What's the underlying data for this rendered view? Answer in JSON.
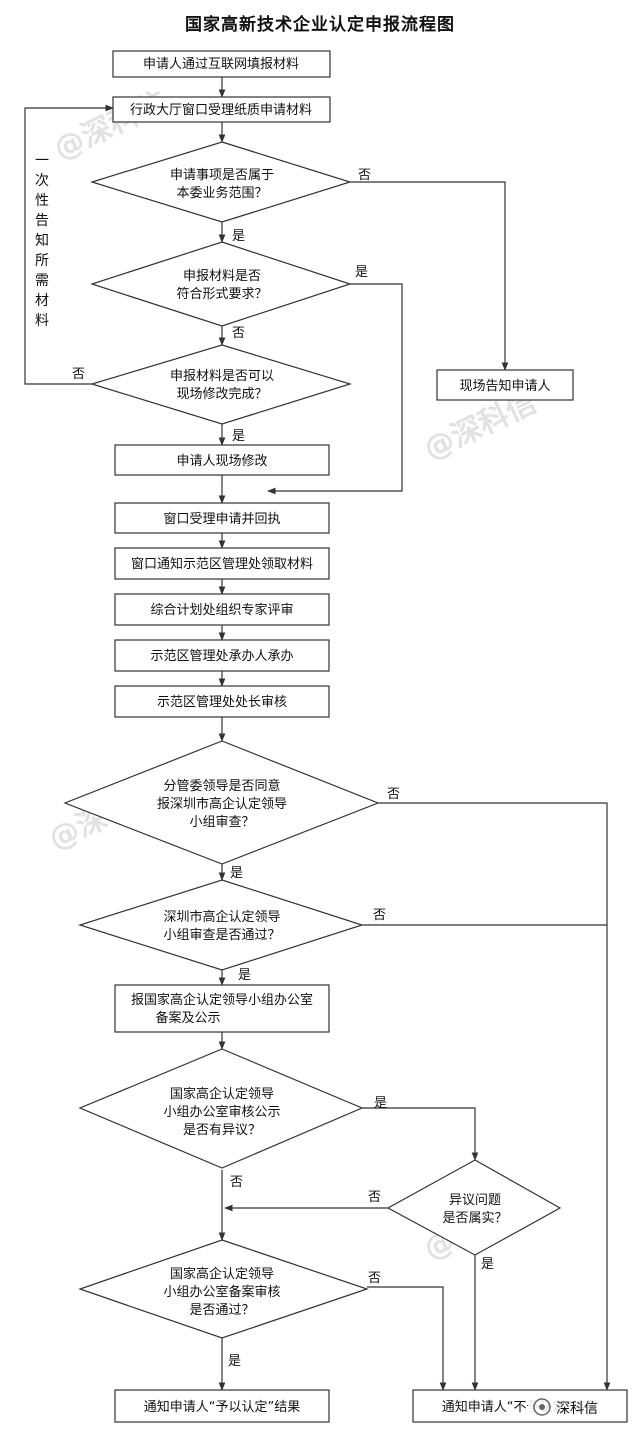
{
  "title": "国家高新技术企业认定申报流程图",
  "side_note": "一次性告知所需材料",
  "watermark": "@深科信",
  "corner_badge": "深科信",
  "labels": {
    "yes": "是",
    "no": "否"
  },
  "boxes": {
    "b1": "申请人通过互联网填报材料",
    "b2": "行政大厅窗口受理纸质申请材料",
    "b3": "现场告知申请人",
    "b4": "申请人现场修改",
    "b5": "窗口受理申请并回执",
    "b6": "窗口通知示范区管理处领取材料",
    "b7": "综合计划处组织专家评审",
    "b8": "示范区管理处承办人承办",
    "b9": "示范区管理处处长审核",
    "b10": [
      "报国家高企认定领导小组办公室",
      "备案及公示"
    ],
    "b11": "通知申请人“予以认定”结果",
    "b12": "通知申请人“不予认定”结果"
  },
  "decisions": {
    "d1": [
      "申请事项是否属于",
      "本委业务范围？"
    ],
    "d2": [
      "申报材料是否",
      "符合形式要求？"
    ],
    "d3": [
      "申报材料是否可以",
      "现场修改完成？"
    ],
    "d4": [
      "分管委领导是否同意",
      "报深圳市高企认定领导",
      "小组审查？"
    ],
    "d5": [
      "深圳市高企认定领导",
      "小组审查是否通过？"
    ],
    "d6": [
      "国家高企认定领导",
      "小组办公室审核公示",
      "是否有异议？"
    ],
    "d7": [
      "异议问题",
      "是否属实？"
    ],
    "d8": [
      "国家高企认定领导",
      "小组办公室备案审核",
      "是否通过？"
    ]
  }
}
